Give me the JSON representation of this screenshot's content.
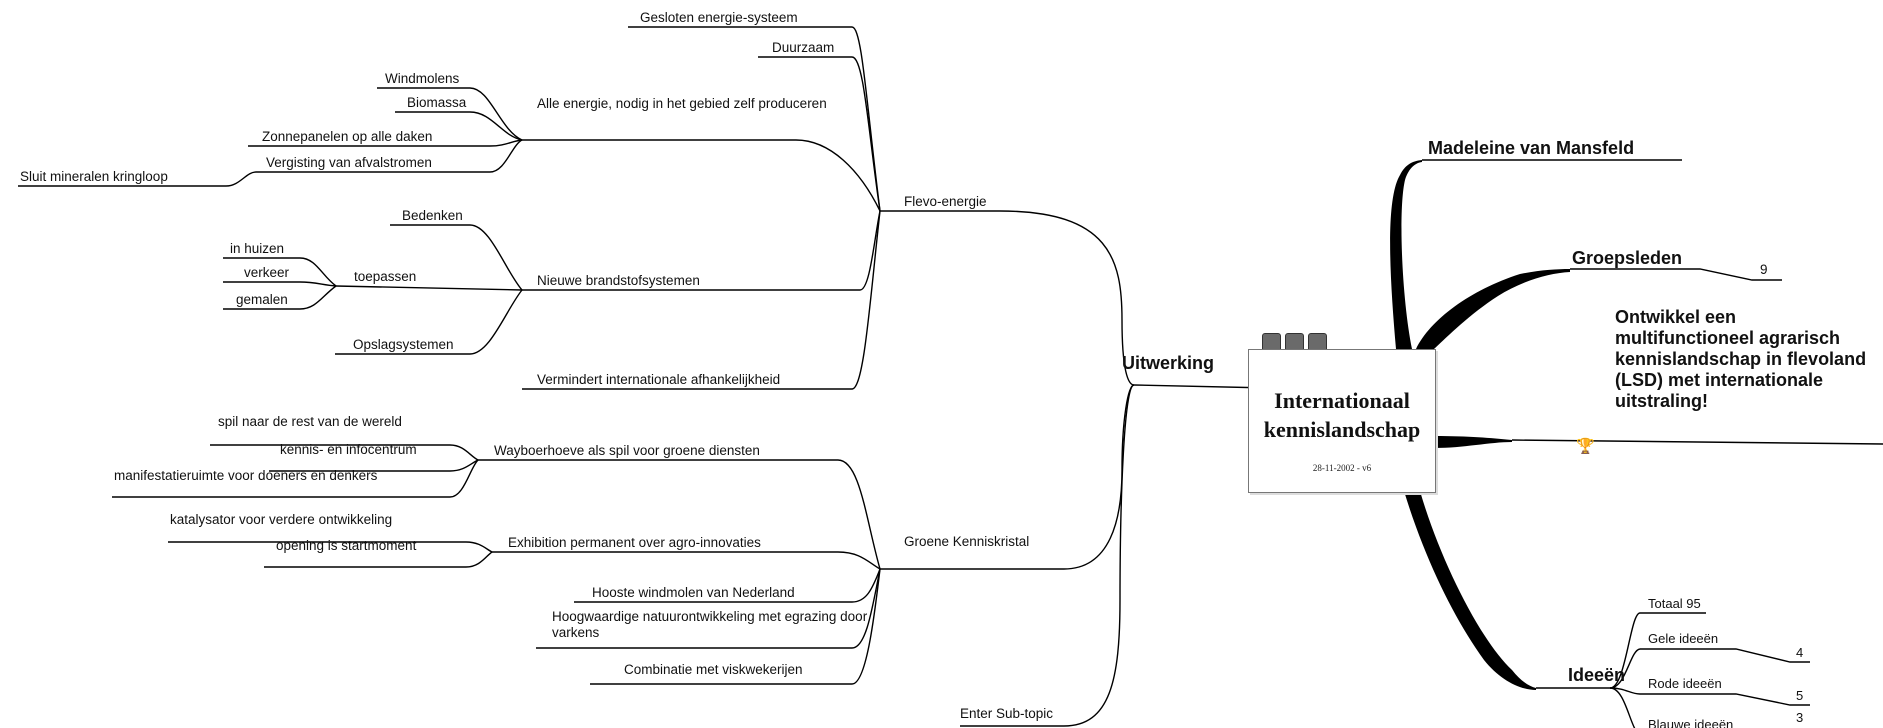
{
  "central": {
    "title": "Internationaal kennislandschap",
    "date": "28-11-2002 - v6"
  },
  "right_branches": {
    "author": "Madeleine van Mansfeld",
    "groepsleden": {
      "label": "Groepsleden",
      "count": "9"
    },
    "goal": "Ontwikkel een multifunctioneel agrarisch kennislandschap in flevoland (LSD) met internationale uitstraling!",
    "ideeen": {
      "label": "Ideeën",
      "totaal": "Totaal 95",
      "gele": {
        "label": "Gele ideeën",
        "count": "4"
      },
      "rode": {
        "label": "Rode ideeën",
        "count": "5"
      },
      "blauwe": {
        "label": "Blauwe ideeën",
        "count": "3"
      }
    }
  },
  "uitwerking": {
    "label": "Uitwerking",
    "flevo_energie": {
      "label": "Flevo-energie",
      "gesloten": "Gesloten energie-systeem",
      "duurzaam": "Duurzaam",
      "alle_energie": {
        "label": "Alle energie, nodig in het gebied zelf produceren",
        "windmolens": "Windmolens",
        "biomassa": "Biomassa",
        "zonnepanelen": "Zonnepanelen op alle daken",
        "vergisting": "Vergisting van afvalstromen",
        "sluit": "Sluit mineralen kringloop"
      },
      "brandstof": {
        "label": "Nieuwe brandstofsystemen",
        "bedenken": "Bedenken",
        "toepassen": {
          "label": "toepassen",
          "huizen": "in huizen",
          "verkeer": "verkeer",
          "gemalen": "gemalen"
        },
        "opslag": "Opslagsystemen"
      },
      "vermindert": "Vermindert internationale afhankelijkheid"
    },
    "groene": {
      "label": "Groene Kenniskristal",
      "wayboer": {
        "label": "Wayboerhoeve als spil voor groene diensten",
        "spil": "spil naar de rest van de wereld",
        "kennis": "kennis- en infocentrum",
        "manifestatie": "manifestatieruimte voor doeners en denkers"
      },
      "exhibition": {
        "label": "Exhibition permanent over agro-innovaties",
        "katalysator": "katalysator voor verdere ontwikkeling",
        "opening": "opening is startmoment"
      },
      "hooste": "Hooste windmolen van Nederland",
      "hoogwaardige": "Hoogwaardige natuurontwikkeling met egrazing door varkens",
      "combinatie": "Combinatie met viskwekerijen"
    },
    "enter": "Enter Sub-topic"
  }
}
